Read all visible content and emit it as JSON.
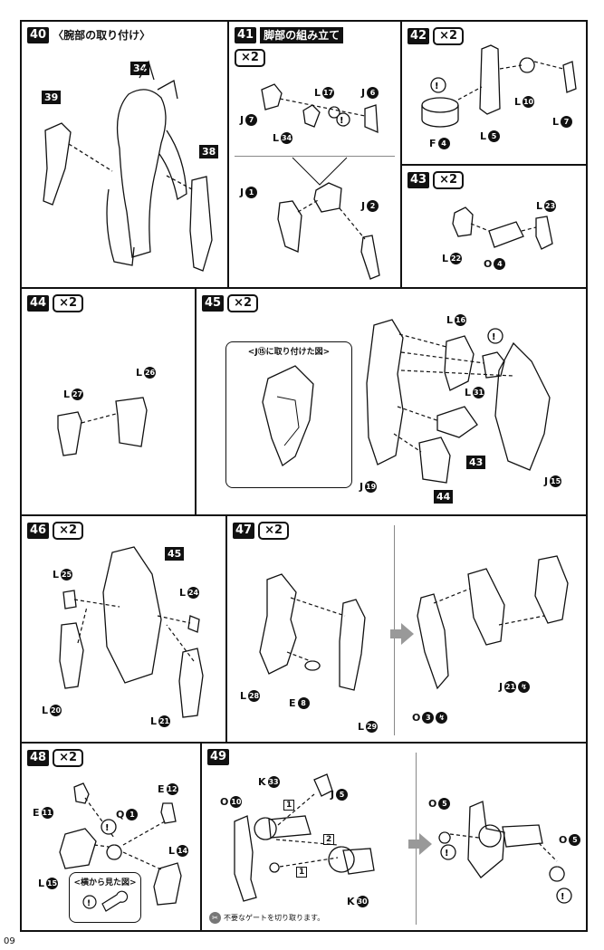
{
  "page": {
    "number": "09"
  },
  "steps": {
    "s40": {
      "num": "40",
      "title": "〈腕部の取り付け〉",
      "tags": [
        "34",
        "39",
        "38"
      ]
    },
    "s41": {
      "num": "41",
      "title": "脚部の組み立て",
      "mult": "×2",
      "labels": [
        "J",
        "L",
        "J",
        "L",
        "J",
        "J"
      ],
      "dots": [
        "7",
        "17",
        "6",
        "34",
        "1",
        "2"
      ]
    },
    "s42": {
      "num": "42",
      "mult": "×2",
      "labels": [
        "L",
        "L",
        "F",
        "L"
      ],
      "dots": [
        "10",
        "7",
        "4",
        "5"
      ]
    },
    "s43": {
      "num": "43",
      "mult": "×2",
      "labels": [
        "L",
        "L",
        "O"
      ],
      "dots": [
        "23",
        "22",
        "4"
      ]
    },
    "s44": {
      "num": "44",
      "mult": "×2",
      "labels": [
        "L",
        "L"
      ],
      "dots": [
        "26",
        "27"
      ]
    },
    "s45": {
      "num": "45",
      "mult": "×2",
      "inset_title": "<J⑮に取り付けた図>",
      "labels": [
        "L",
        "L",
        "J",
        "J"
      ],
      "dots": [
        "16",
        "31",
        "19",
        "15"
      ],
      "tags": [
        "43",
        "44"
      ]
    },
    "s46": {
      "num": "46",
      "mult": "×2",
      "tag": "45",
      "labels": [
        "L",
        "L",
        "L",
        "L"
      ],
      "dots": [
        "25",
        "24",
        "20",
        "21"
      ]
    },
    "s47": {
      "num": "47",
      "mult": "×2",
      "labels": [
        "L",
        "E",
        "L",
        "O",
        "J"
      ],
      "dots": [
        "28",
        "8",
        "29",
        "3",
        "21"
      ]
    },
    "s48": {
      "num": "48",
      "mult": "×2",
      "inset_title": "<横から見た図>",
      "labels": [
        "E",
        "E",
        "Q",
        "L",
        "L"
      ],
      "dots": [
        "11",
        "12",
        "1",
        "14",
        "15"
      ]
    },
    "s49": {
      "num": "49",
      "note": "不要なゲートを切り取ります。",
      "labels": [
        "K",
        "J",
        "O",
        "K",
        "O",
        "O"
      ],
      "dots": [
        "33",
        "5",
        "10",
        "30",
        "5",
        "5"
      ],
      "seq": [
        "1",
        "2",
        "1"
      ]
    }
  }
}
